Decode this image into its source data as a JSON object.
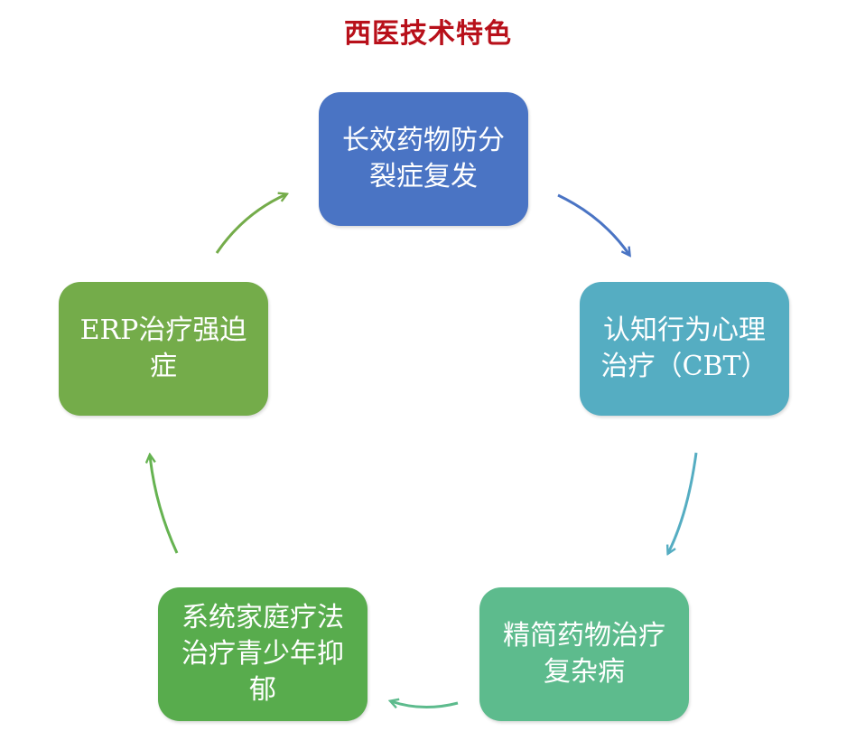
{
  "title": "西医技术特色",
  "colors": {
    "title": "#b8101a",
    "node_1": "#4a74c4",
    "node_2": "#55adc2",
    "node_3": "#5dbb8d",
    "node_4": "#58ac4d",
    "node_5": "#74ac4a",
    "arrow_1": "#4a74c4",
    "arrow_2": "#55adc2",
    "arrow_3": "#5dbb8d",
    "arrow_4": "#66b351",
    "arrow_5": "#74ac4a"
  },
  "nodes": [
    {
      "lines": [
        "长效药物防分",
        "裂症复发"
      ]
    },
    {
      "lines": [
        "认知行为心理",
        "治疗（CBT）"
      ]
    },
    {
      "lines": [
        "精简药物治疗",
        "复杂病"
      ]
    },
    {
      "lines": [
        "系统家庭疗法",
        "治疗青少年抑",
        "郁"
      ]
    },
    {
      "lines": [
        "ERP治疗强迫",
        "症"
      ]
    }
  ]
}
